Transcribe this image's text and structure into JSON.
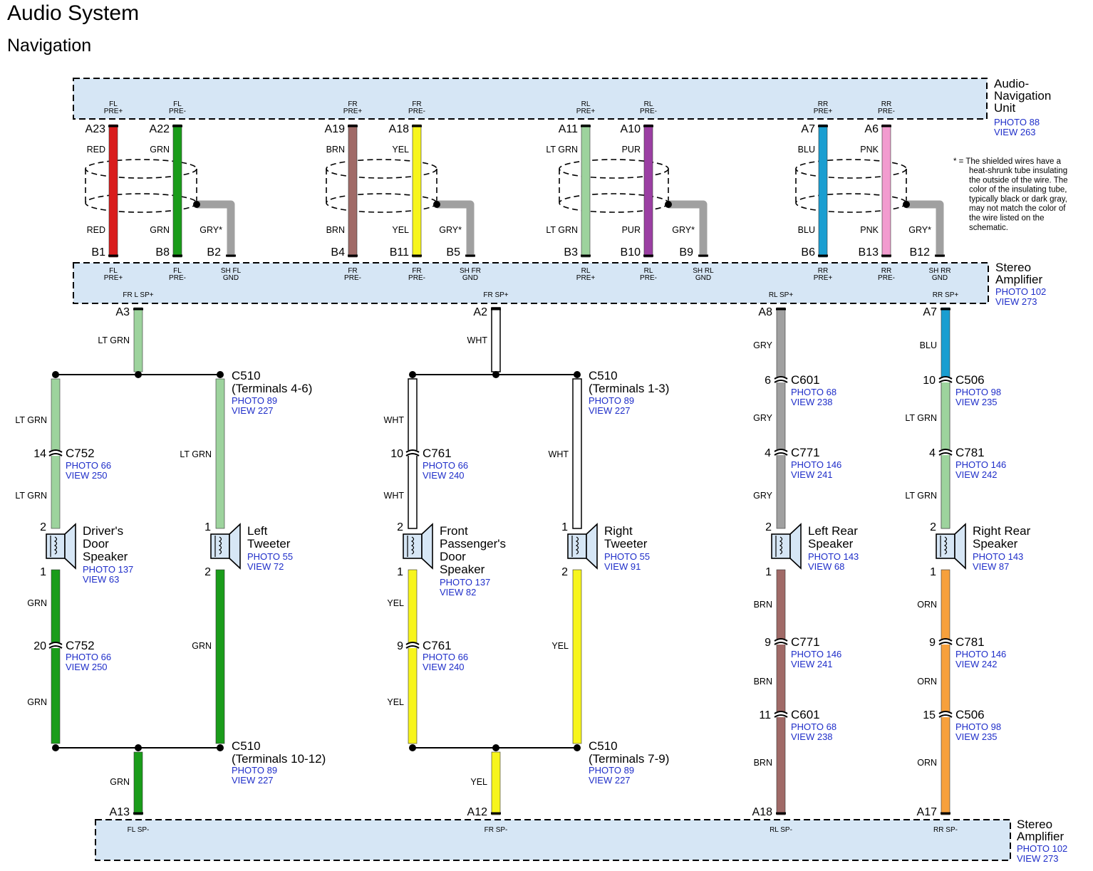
{
  "title": "Audio System",
  "subtitle": "Navigation",
  "colors": {
    "RED": "#d91c1c",
    "GRN": "#1a9c1a",
    "BRN": "#a06a67",
    "YEL": "#f7f51c",
    "LT GRN": "#9dd39d",
    "PUR": "#9b3fa3",
    "BLU": "#1a9ed1",
    "PNK": "#f29ccf",
    "GRY": "#a0a0a0",
    "WHT": "#ffffff",
    "ORN": "#f7a03c",
    "box_fill": "#d6e6f5",
    "ref_text": "#1f2ec9"
  },
  "modules": {
    "nav_unit": {
      "name": [
        "Audio-",
        "Navigation",
        "Unit"
      ],
      "refs": [
        "PHOTO 88",
        "VIEW 263"
      ]
    },
    "amp_top": {
      "name": [
        "Stereo",
        "Amplifier"
      ],
      "refs": [
        "PHOTO 102",
        "VIEW 273"
      ]
    },
    "amp_bottom": {
      "name": [
        "Stereo",
        "Amplifier"
      ],
      "refs": [
        "PHOTO 102",
        "VIEW 273"
      ]
    }
  },
  "footnote": [
    "* =  The shielded wires have a",
    "heat-shrunk tube insulating",
    "the outside of the wire. The",
    "color of the insulating tube,",
    "typically black or dark gray,",
    "may not match the color of",
    "the wire listed on the",
    "schematic."
  ],
  "top_wires": [
    {
      "signal": [
        "FL",
        "PRE+"
      ],
      "top_pin": "A23",
      "bot_pin": "B1",
      "top_color": "RED",
      "bot_color": "RED",
      "amp_label": [
        "FL",
        "PRE+"
      ]
    },
    {
      "signal": [
        "FL",
        "PRE-"
      ],
      "top_pin": "A22",
      "bot_pin": "B8",
      "top_color": "GRN",
      "bot_color": "GRN",
      "amp_label": [
        "FL",
        "PRE-"
      ]
    },
    {
      "signal": [
        "FR",
        "PRE+"
      ],
      "top_pin": "A19",
      "bot_pin": "B4",
      "top_color": "BRN",
      "bot_color": "BRN",
      "amp_label": [
        "FR",
        "PRE-"
      ]
    },
    {
      "signal": [
        "FR",
        "PRE-"
      ],
      "top_pin": "A18",
      "bot_pin": "B11",
      "top_color": "YEL",
      "bot_color": "YEL",
      "amp_label": [
        "FR",
        "PRE-"
      ]
    },
    {
      "signal": [
        "RL",
        "PRE+"
      ],
      "top_pin": "A11",
      "bot_pin": "B3",
      "top_color": "LT GRN",
      "bot_color": "LT GRN",
      "amp_label": [
        "RL",
        "PRE+"
      ]
    },
    {
      "signal": [
        "RL",
        "PRE-"
      ],
      "top_pin": "A10",
      "bot_pin": "B10",
      "top_color": "PUR",
      "bot_color": "PUR",
      "amp_label": [
        "RL",
        "PRE-"
      ]
    },
    {
      "signal": [
        "RR",
        "PRE+"
      ],
      "top_pin": "A7",
      "bot_pin": "B6",
      "top_color": "BLU",
      "bot_color": "BLU",
      "amp_label": [
        "RR",
        "PRE+"
      ]
    },
    {
      "signal": [
        "RR",
        "PRE-"
      ],
      "top_pin": "A6",
      "bot_pin": "B13",
      "top_color": "PNK",
      "bot_color": "PNK",
      "amp_label": [
        "RR",
        "PRE-"
      ]
    }
  ],
  "shields": [
    {
      "pin": "B2",
      "color": "GRY",
      "label": "GRY*",
      "amp_label": [
        "SH FL",
        "GND"
      ]
    },
    {
      "pin": "B5",
      "color": "GRY",
      "label": "GRY*",
      "amp_label": [
        "SH FR",
        "GND"
      ]
    },
    {
      "pin": "B9",
      "color": "GRY",
      "label": "GRY*",
      "amp_label": [
        "SH RL",
        "GND"
      ]
    },
    {
      "pin": "B12",
      "color": "GRY",
      "label": "GRY*",
      "amp_label": [
        "SH RR",
        "GND"
      ]
    }
  ],
  "amp_out_signals": [
    "FR L SP+",
    "FR SP+",
    "RL SP+",
    "RR SP+"
  ],
  "amp_in_signals": [
    "FL SP-",
    "FR SP-",
    "RL SP-",
    "RR SP-"
  ],
  "front_left": {
    "out_pin": "A3",
    "out_color": "LT GRN",
    "return_pin": "A13",
    "return_color": "GRN",
    "splice_top": {
      "name": "C510",
      "detail": "(Terminals 4-6)",
      "refs": [
        "PHOTO 89",
        "VIEW 227"
      ]
    },
    "splice_bottom": {
      "name": "C510",
      "detail": "(Terminals 10-12)",
      "refs": [
        "PHOTO 89",
        "VIEW 227"
      ]
    },
    "woofer": {
      "name": [
        "Driver's",
        "Door",
        "Speaker"
      ],
      "refs": [
        "PHOTO 137",
        "VIEW 63"
      ],
      "pin_top": "2",
      "pin_bottom": "1",
      "upper_colors": [
        "LT GRN",
        "LT GRN"
      ],
      "lower_colors": [
        "GRN",
        "GRN"
      ],
      "conn_upper": {
        "pin": "14",
        "name": "C752",
        "refs": [
          "PHOTO 66",
          "VIEW 250"
        ]
      },
      "conn_lower": {
        "pin": "20",
        "name": "C752",
        "refs": [
          "PHOTO 66",
          "VIEW 250"
        ]
      }
    },
    "tweeter": {
      "name": [
        "Left",
        "Tweeter"
      ],
      "refs": [
        "PHOTO 55",
        "VIEW 72"
      ],
      "pin_top": "1",
      "pin_bottom": "2",
      "upper_color": "LT GRN",
      "lower_color": "GRN"
    }
  },
  "front_right": {
    "out_pin": "A2",
    "out_color": "WHT",
    "return_pin": "A12",
    "return_color": "YEL",
    "splice_top": {
      "name": "C510",
      "detail": "(Terminals 1-3)",
      "refs": [
        "PHOTO 89",
        "VIEW 227"
      ]
    },
    "splice_bottom": {
      "name": "C510",
      "detail": "(Terminals 7-9)",
      "refs": [
        "PHOTO 89",
        "VIEW 227"
      ]
    },
    "woofer": {
      "name": [
        "Front",
        "Passenger's",
        "Door",
        "Speaker"
      ],
      "refs": [
        "PHOTO 137",
        "VIEW 82"
      ],
      "pin_top": "2",
      "pin_bottom": "1",
      "upper_colors": [
        "WHT",
        "WHT"
      ],
      "lower_colors": [
        "YEL",
        "YEL"
      ],
      "conn_upper": {
        "pin": "10",
        "name": "C761",
        "refs": [
          "PHOTO 66",
          "VIEW 240"
        ]
      },
      "conn_lower": {
        "pin": "9",
        "name": "C761",
        "refs": [
          "PHOTO 66",
          "VIEW 240"
        ]
      }
    },
    "tweeter": {
      "name": [
        "Right",
        "Tweeter"
      ],
      "refs": [
        "PHOTO 55",
        "VIEW 91"
      ],
      "pin_top": "1",
      "pin_bottom": "2",
      "upper_color": "WHT",
      "lower_color": "YEL"
    }
  },
  "rear_left": {
    "out_pin": "A8",
    "return_pin": "A18",
    "colors_top": [
      "GRY",
      "GRY",
      "GRY"
    ],
    "colors_bottom": [
      "BRN",
      "BRN",
      "BRN"
    ],
    "conns_top": [
      {
        "pin": "6",
        "name": "C601",
        "refs": [
          "PHOTO 68",
          "VIEW 238"
        ]
      },
      {
        "pin": "4",
        "name": "C771",
        "refs": [
          "PHOTO 146",
          "VIEW 241"
        ]
      }
    ],
    "speaker": {
      "name": [
        "Left Rear",
        "Speaker"
      ],
      "refs": [
        "PHOTO 143",
        "VIEW 68"
      ],
      "pin_top": "2",
      "pin_bottom": "1"
    },
    "conns_bottom": [
      {
        "pin": "9",
        "name": "C771",
        "refs": [
          "PHOTO 146",
          "VIEW 241"
        ]
      },
      {
        "pin": "11",
        "name": "C601",
        "refs": [
          "PHOTO 68",
          "VIEW 238"
        ]
      }
    ]
  },
  "rear_right": {
    "out_pin": "A7",
    "return_pin": "A17",
    "colors_top": [
      "BLU",
      "LT GRN",
      "LT GRN"
    ],
    "colors_bottom": [
      "ORN",
      "ORN",
      "ORN"
    ],
    "conns_top": [
      {
        "pin": "10",
        "name": "C506",
        "refs": [
          "PHOTO 98",
          "VIEW 235"
        ]
      },
      {
        "pin": "4",
        "name": "C781",
        "refs": [
          "PHOTO 146",
          "VIEW 242"
        ]
      }
    ],
    "speaker": {
      "name": [
        "Right Rear",
        "Speaker"
      ],
      "refs": [
        "PHOTO 143",
        "VIEW 87"
      ],
      "pin_top": "2",
      "pin_bottom": "1"
    },
    "conns_bottom": [
      {
        "pin": "9",
        "name": "C781",
        "refs": [
          "PHOTO 146",
          "VIEW 242"
        ]
      },
      {
        "pin": "15",
        "name": "C506",
        "refs": [
          "PHOTO 98",
          "VIEW 235"
        ]
      }
    ]
  }
}
